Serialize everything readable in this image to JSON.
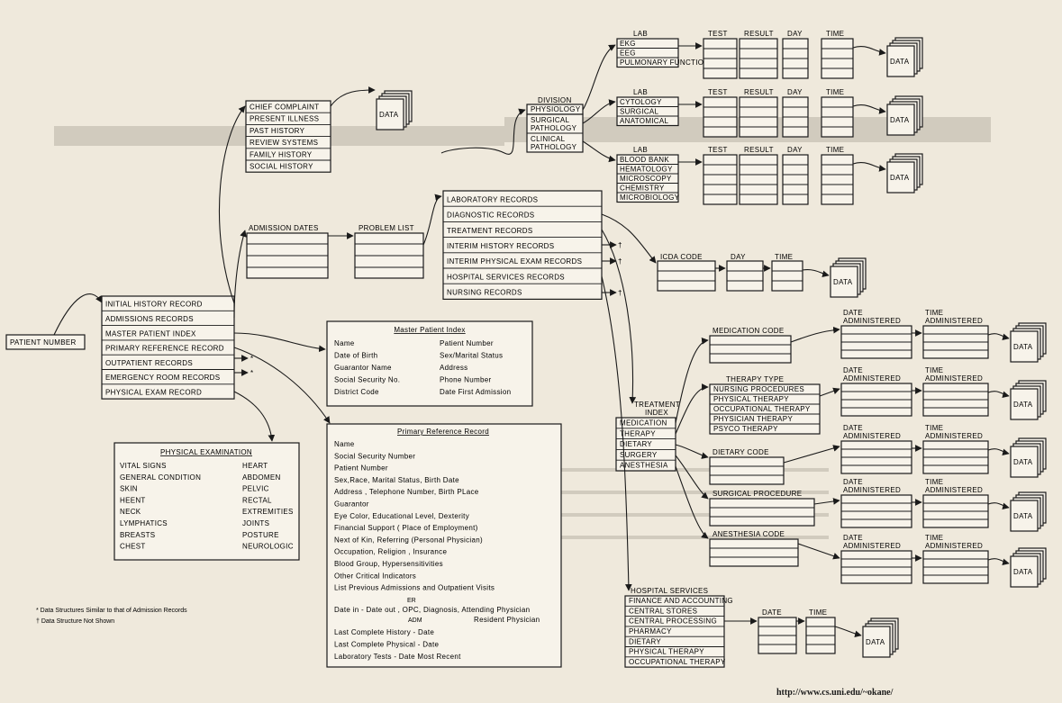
{
  "patient_number": "PATIENT NUMBER",
  "main_records": [
    "INITIAL HISTORY RECORD",
    "ADMISSIONS RECORDS",
    "MASTER PATIENT INDEX",
    "PRIMARY REFERENCE RECORD",
    "OUTPATIENT RECORDS",
    "EMERGENCY ROOM RECORDS",
    "PHYSICAL EXAM RECORD"
  ],
  "history_items": [
    "CHIEF COMPLAINT",
    "PRESENT ILLNESS",
    "PAST HISTORY",
    "REVIEW SYSTEMS",
    "FAMILY HISTORY",
    "SOCIAL HISTORY"
  ],
  "admission_dates": "ADMISSION DATES",
  "problem_list": "PROBLEM LIST",
  "lab_records": [
    "LABORATORY RECORDS",
    "DIAGNOSTIC RECORDS",
    "TREATMENT RECORDS",
    "INTERIM HISTORY RECORDS",
    "INTERIM PHYSICAL EXAM RECORDS",
    "HOSPITAL SERVICES RECORDS",
    "NURSING RECORDS"
  ],
  "division": {
    "title": "DIVISION",
    "items": [
      "PHYSIOLOGY",
      "SURGICAL PATHOLOGY",
      "CLINICAL PATHOLOGY"
    ]
  },
  "lab1": {
    "title": "LAB",
    "items": [
      "EKG",
      "EEG",
      "PULMONARY FUNCTION"
    ]
  },
  "lab2": {
    "title": "LAB",
    "items": [
      "CYTOLOGY",
      "SURGICAL",
      "ANATOMICAL"
    ]
  },
  "lab3": {
    "title": "LAB",
    "items": [
      "BLOOD BANK",
      "HEMATOLOGY",
      "MICROSCOPY",
      "CHEMISTRY",
      "MICROBIOLOGY"
    ]
  },
  "col_test": "TEST",
  "col_result": "RESULT",
  "col_day": "DAY",
  "col_time": "TIME",
  "data_label": "DATA",
  "icda_code": "ICDA CODE",
  "treatment_index": {
    "title1": "TREATMENT",
    "title2": "INDEX",
    "items": [
      "MEDICATION",
      "THERAPY",
      "DIETARY",
      "SURGERY",
      "ANESTHESIA"
    ]
  },
  "medication_code": "MEDICATION CODE",
  "therapy_type": {
    "title": "THERAPY TYPE",
    "items": [
      "NURSING PROCEDURES",
      "PHYSICAL THERAPY",
      "OCCUPATIONAL THERAPY",
      "PHYSICIAN THERAPY",
      "PSYCO THERAPY"
    ]
  },
  "dietary_code": "DIETARY CODE",
  "surgical_procedure": "SURGICAL PROCEDURE",
  "anesthesia_code": "ANESTHESIA CODE",
  "date_administered": [
    "DATE",
    "ADMINISTERED"
  ],
  "time_administered": [
    "TIME",
    "ADMINISTERED"
  ],
  "hospital_services": {
    "title": "HOSPITAL SERVICES",
    "items": [
      "FINANCE AND ACCOUNTING",
      "CENTRAL STORES",
      "CENTRAL PROCESSING",
      "PHARMACY",
      "DIETARY",
      "PHYSICAL THERAPY",
      "OCCUPATIONAL THERAPY"
    ]
  },
  "col_date": "DATE",
  "master_index": {
    "title": "Master Patient Index",
    "left": [
      "Name",
      "Date of Birth",
      "Guarantor Name",
      "Social Security No.",
      "District Code"
    ],
    "right": [
      "Patient Number",
      "Sex/Marital Status",
      "Address",
      "Phone Number",
      "Date First Admission"
    ]
  },
  "primary_ref": {
    "title": "Primary Reference Record",
    "lines": [
      "Name",
      "Social Security Number",
      "Patient Number",
      "Sex,Race, Marital Status, Birth Date",
      "Address , Telephone Number, Birth PLace",
      "Guarantor",
      "Eye Color, Educational Level, Dexterity",
      "Financial Support ( Place of Employment)",
      "Next of Kin, Referring (Personal Physician)",
      "Occupation, Religion , Insurance",
      "Blood Group, Hypersensitivities",
      "Other Critical Indicators",
      "List Previous Admissions and Outpatient Visits"
    ],
    "er": "ER",
    "date_line": "Date in - Date out , OPC, Diagnosis, Attending Physician",
    "adm": "ADM",
    "resident": "Resident Physician",
    "tail": [
      "Last Complete History - Date",
      "Last Complete Physical - Date",
      "Laboratory Tests - Date Most Recent"
    ]
  },
  "physical_exam": {
    "title": "PHYSICAL EXAMINATION",
    "left": [
      "VITAL SIGNS",
      "GENERAL CONDITION",
      "SKIN",
      "HEENT",
      "NECK",
      "LYMPHATICS",
      "BREASTS",
      "CHEST"
    ],
    "right": [
      "HEART",
      "ABDOMEN",
      "PELVIC",
      "RECTAL",
      "EXTREMITIES",
      "JOINTS",
      "POSTURE",
      "NEUROLOGIC"
    ]
  },
  "legend": [
    "* Data Structures Similar to that of Admission Records",
    "† Data Structure Not Shown"
  ],
  "marks": {
    "star": "*",
    "dagger": "†"
  },
  "url": "http://www.cs.uni.edu/~okane/"
}
